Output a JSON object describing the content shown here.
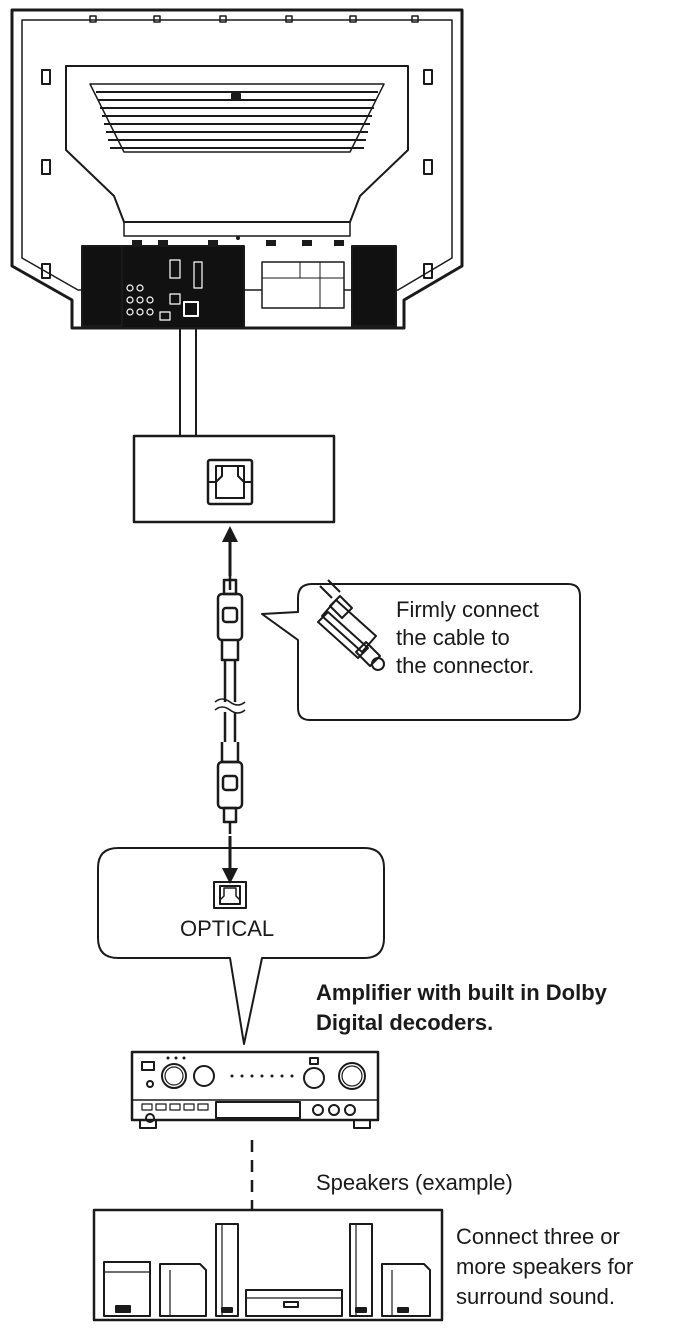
{
  "callout": {
    "line1": "Firmly connect",
    "line2": "the cable to",
    "line3": "the connector."
  },
  "receiver_port": {
    "label": "OPTICAL"
  },
  "amplifier": {
    "title_line1": "Amplifier with built in Dolby",
    "title_line2": "Digital decoders."
  },
  "speakers": {
    "label": "Speakers (example)",
    "note_line1": "Connect three or",
    "note_line2": "more speakers for",
    "note_line3": "surround sound."
  },
  "icons": [
    "tv-rear-icon",
    "optical-port-icon",
    "optical-plug-icon",
    "amplifier-icon",
    "speaker-icon"
  ],
  "colors": {
    "ink": "#1a1a1a",
    "panel": "#111111",
    "background": "#ffffff"
  }
}
